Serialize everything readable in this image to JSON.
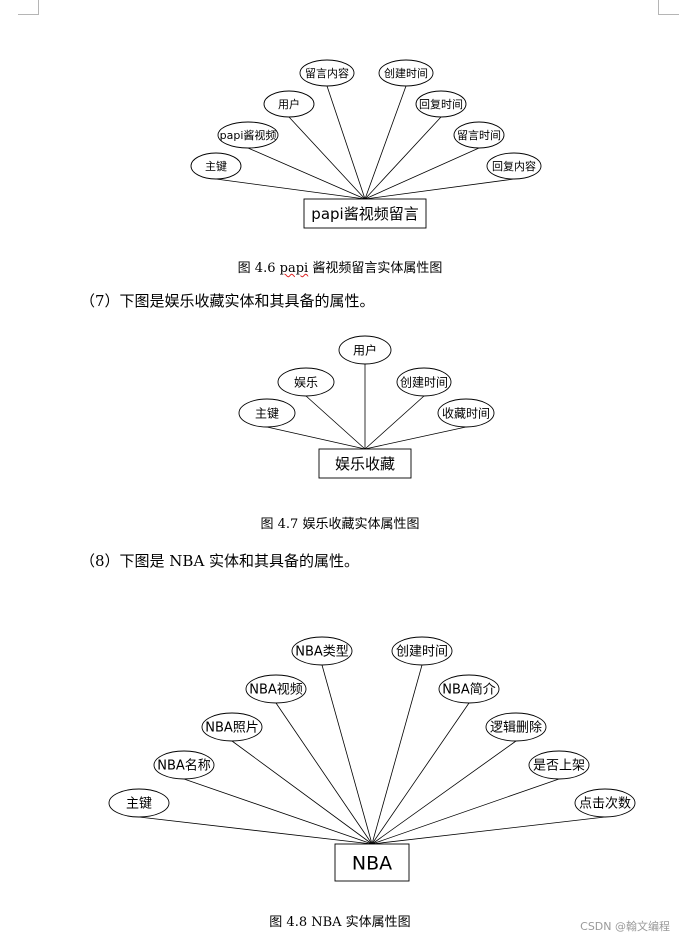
{
  "diagram1": {
    "entity": "papi酱视频留言",
    "attributes": [
      "主键",
      "papi酱视频",
      "用户",
      "留言内容",
      "创建时间",
      "回复时间",
      "留言时间",
      "回复内容"
    ],
    "caption_prefix": "图 4.6 ",
    "caption_underlined": "papi",
    "caption_suffix": " 酱视频留言实体属性图"
  },
  "paragraph7": "（7）下图是娱乐收藏实体和其具备的属性。",
  "diagram2": {
    "entity": "娱乐收藏",
    "attributes": [
      "主键",
      "娱乐",
      "用户",
      "创建时间",
      "收藏时间"
    ],
    "caption": "图 4.7 娱乐收藏实体属性图"
  },
  "paragraph8": "（8）下图是 NBA 实体和其具备的属性。",
  "diagram3": {
    "entity": "NBA",
    "attributes": [
      "主键",
      "NBA名称",
      "NBA照片",
      "NBA视频",
      "NBA类型",
      "创建时间",
      "NBA简介",
      "逻辑删除",
      "是否上架",
      "点击次数"
    ],
    "caption": "图 4.8 NBA 实体属性图"
  },
  "watermark": "CSDN @翰文编程"
}
